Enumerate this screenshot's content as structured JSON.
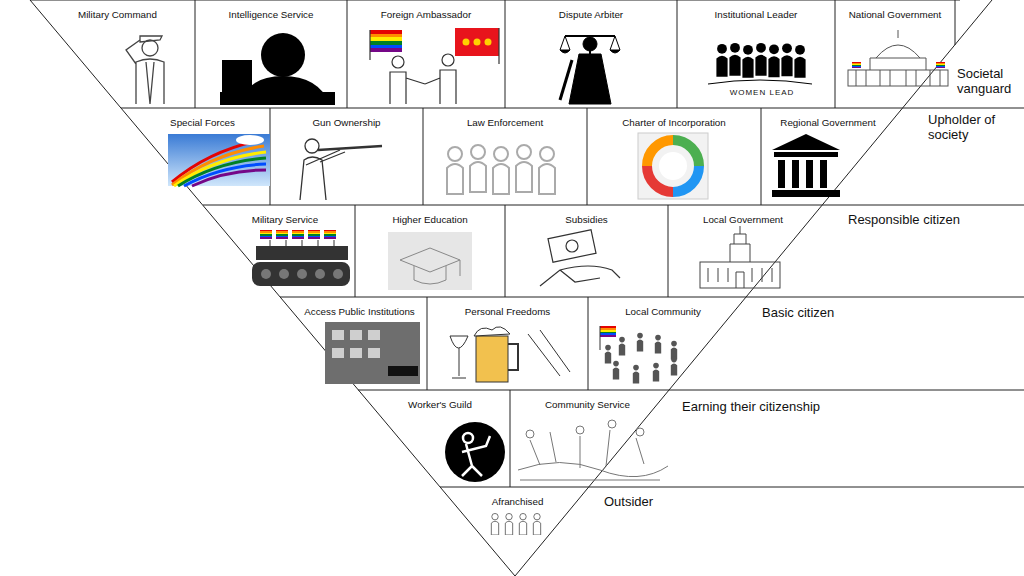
{
  "diagram": {
    "nodes": [
      {
        "text": [
          "Military Command"
        ]
      },
      {
        "text": [
          "Intelligence Service"
        ]
      },
      {
        "text": [
          "Foreign Ambassador"
        ]
      },
      {
        "text": [
          "Dispute Arbiter"
        ]
      },
      {
        "text": [
          "Institutional Leader"
        ]
      },
      {
        "text": [
          "National Government"
        ]
      },
      {
        "text": [
          "Special Forces"
        ]
      },
      {
        "text": [
          "Gun Ownership"
        ]
      },
      {
        "text": [
          "Law Enforcement"
        ]
      },
      {
        "text": [
          "Charter of Incorporation"
        ]
      },
      {
        "text": [
          "Regional Government"
        ]
      },
      {
        "text": [
          "Military Service"
        ]
      },
      {
        "text": [
          "Higher Education"
        ]
      },
      {
        "text": [
          "Subsidies"
        ]
      },
      {
        "text": [
          "Local Government"
        ]
      },
      {
        "text": [
          "Access Public Institutions"
        ]
      },
      {
        "text": [
          "Personal Freedoms"
        ]
      },
      {
        "text": [
          "Local Community"
        ]
      },
      {
        "text": [
          "Worker's Guild"
        ]
      },
      {
        "text": [
          "Community Service"
        ]
      },
      {
        "text": [
          "Afranchised"
        ]
      }
    ],
    "labels": [
      "Societal vanguard",
      "Upholder of society",
      "Responsible citizen",
      "Basic citizen",
      "Earning their citizenship",
      "Outsider",
      "WOMEN LEAD"
    ]
  }
}
